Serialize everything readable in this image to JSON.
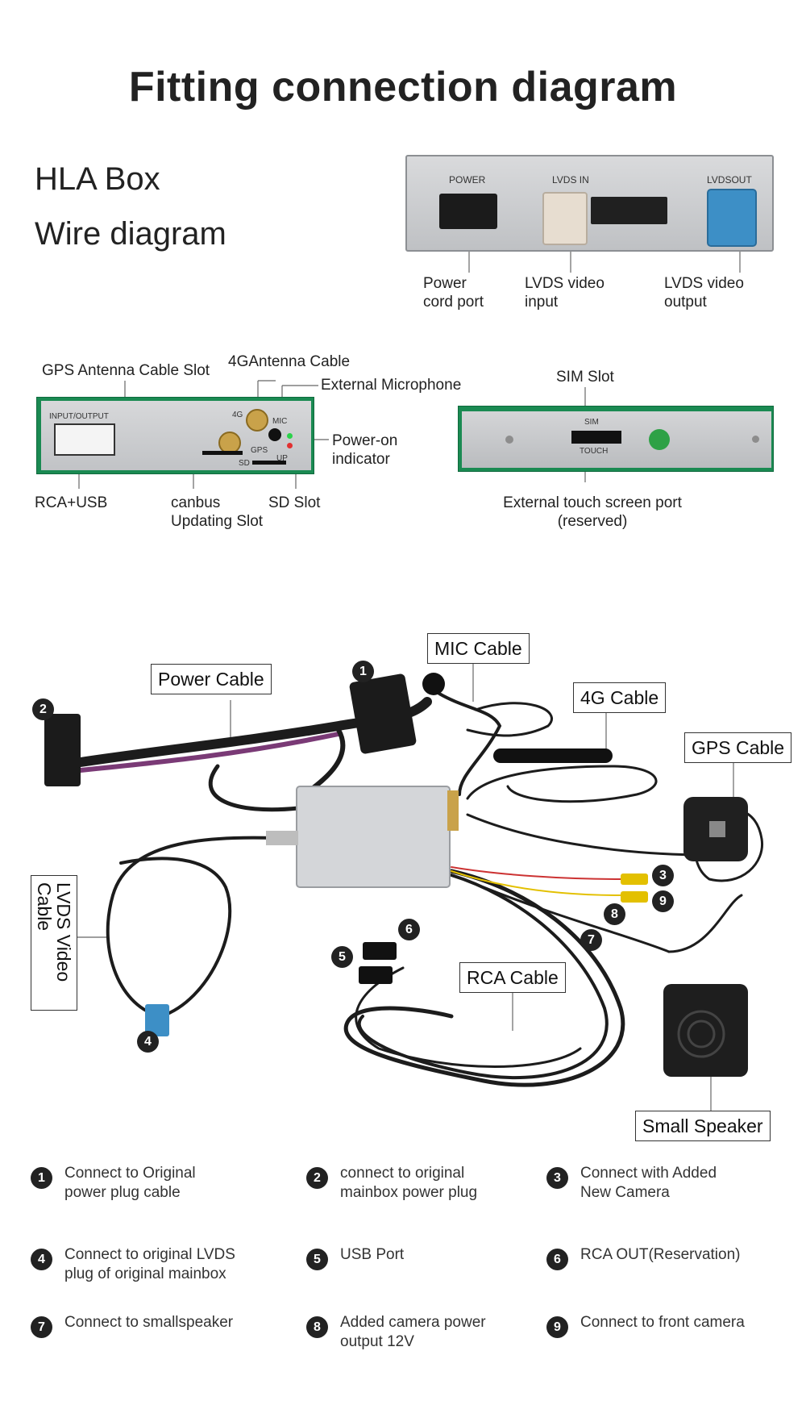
{
  "title": "Fitting connection diagram",
  "subtitle": {
    "line1": "HLA Box",
    "line2": "Wire diagram"
  },
  "top_photo": {
    "port_labels": [
      "POWER",
      "LVDS IN",
      "LVDSOUT"
    ],
    "callouts": {
      "power": "Power\ncord port",
      "lvds_in": "LVDS video\ninput",
      "lvds_out": "LVDS video\noutput"
    }
  },
  "io_photo": {
    "silk": {
      "io": "INPUT/OUTPUT",
      "g4": "4G",
      "mic": "MIC",
      "gps": "GPS",
      "up": "UP",
      "sd": "SD"
    },
    "callouts": {
      "gps_antenna": "GPS Antenna Cable Slot",
      "antenna_4g": "4GAntenna Cable",
      "mic": "External Microphone",
      "power_on": "Power-on\nindicator",
      "rca_usb": "RCA+USB",
      "canbus": "canbus\nUpdating Slot",
      "sd": "SD Slot"
    }
  },
  "sim_photo": {
    "silk": {
      "sim": "SIM",
      "touch": "TOUCH"
    },
    "callouts": {
      "sim": "SIM Slot",
      "touch": "External touch screen port\n(reserved)"
    }
  },
  "cables": {
    "mic": "MIC Cable",
    "power": "Power Cable",
    "g4": "4G Cable",
    "gps": "GPS Cable",
    "lvds": "LVDS Video Cable",
    "rca": "RCA Cable",
    "speaker": "Small Speaker"
  },
  "legend": [
    {
      "num": "1",
      "text": "Connect to Original\npower plug cable"
    },
    {
      "num": "2",
      "text": "connect to original\nmainbox power plug"
    },
    {
      "num": "3",
      "text": "Connect with Added\nNew Camera"
    },
    {
      "num": "4",
      "text": "Connect to original LVDS\nplug of original mainbox"
    },
    {
      "num": "5",
      "text": "USB Port"
    },
    {
      "num": "6",
      "text": "RCA OUT(Reservation)"
    },
    {
      "num": "7",
      "text": "Connect to smallspeaker"
    },
    {
      "num": "8",
      "text": "Added camera power\noutput 12V"
    },
    {
      "num": "9",
      "text": "Connect to front camera"
    }
  ]
}
